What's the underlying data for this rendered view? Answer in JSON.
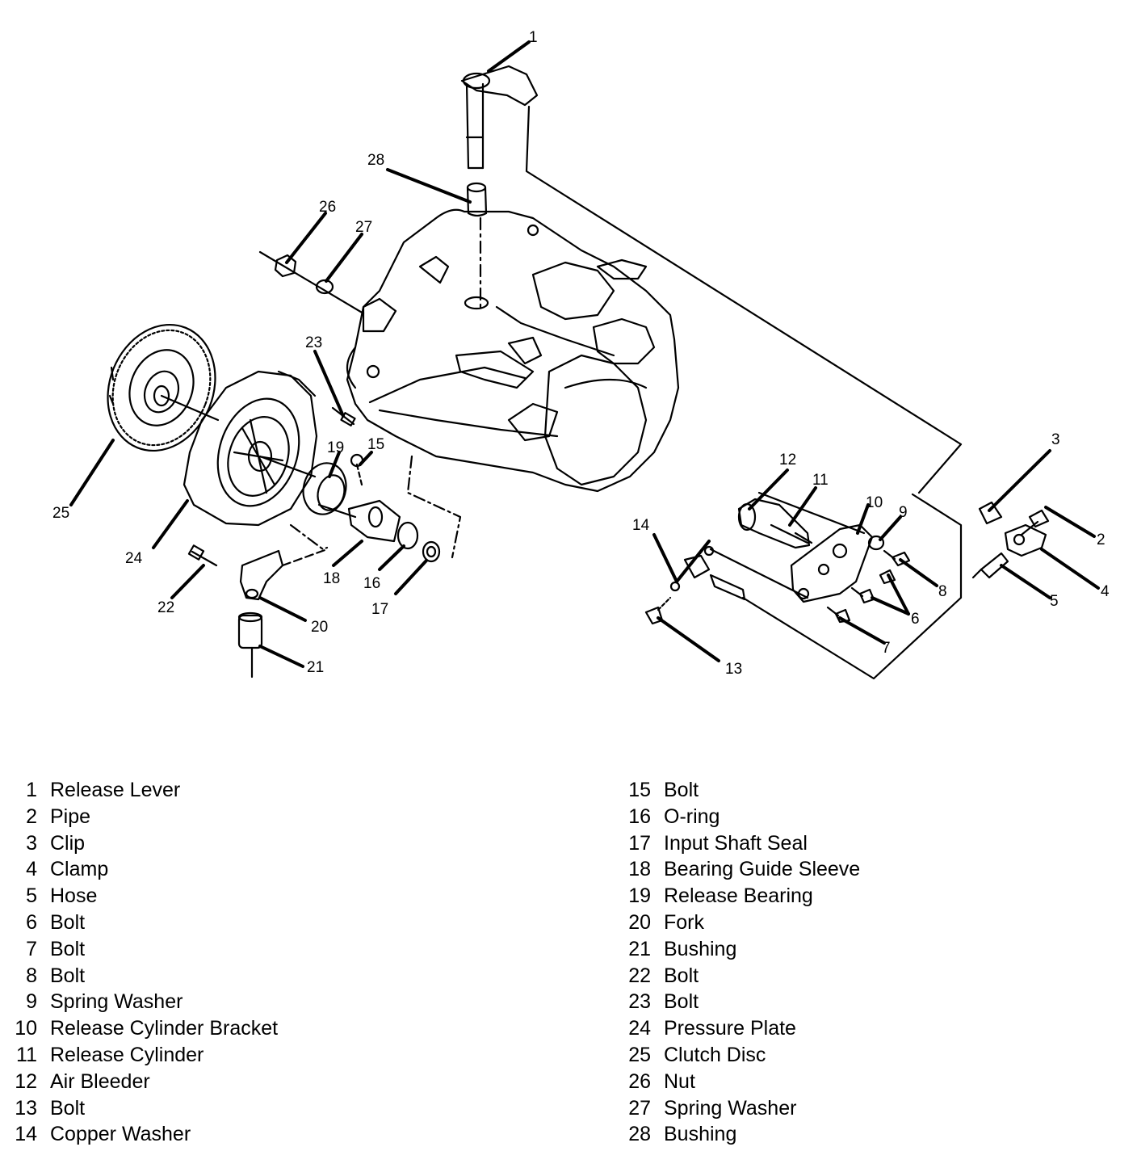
{
  "legend": [
    {
      "num": "1",
      "label": "Release Lever"
    },
    {
      "num": "2",
      "label": "Pipe"
    },
    {
      "num": "3",
      "label": "Clip"
    },
    {
      "num": "4",
      "label": "Clamp"
    },
    {
      "num": "5",
      "label": "Hose"
    },
    {
      "num": "6",
      "label": "Bolt"
    },
    {
      "num": "7",
      "label": "Bolt"
    },
    {
      "num": "8",
      "label": "Bolt"
    },
    {
      "num": "9",
      "label": "Spring Washer"
    },
    {
      "num": "10",
      "label": "Release Cylinder Bracket"
    },
    {
      "num": "11",
      "label": "Release Cylinder"
    },
    {
      "num": "12",
      "label": "Air Bleeder"
    },
    {
      "num": "13",
      "label": "Bolt"
    },
    {
      "num": "14",
      "label": "Copper Washer"
    },
    {
      "num": "15",
      "label": "Bolt"
    },
    {
      "num": "16",
      "label": "O-ring"
    },
    {
      "num": "17",
      "label": "Input Shaft Seal"
    },
    {
      "num": "18",
      "label": "Bearing Guide Sleeve"
    },
    {
      "num": "19",
      "label": "Release Bearing"
    },
    {
      "num": "20",
      "label": "Fork"
    },
    {
      "num": "21",
      "label": "Bushing"
    },
    {
      "num": "22",
      "label": "Bolt"
    },
    {
      "num": "23",
      "label": "Bolt"
    },
    {
      "num": "24",
      "label": "Pressure Plate"
    },
    {
      "num": "25",
      "label": "Clutch Disc"
    },
    {
      "num": "26",
      "label": "Nut"
    },
    {
      "num": "27",
      "label": "Spring Washer"
    },
    {
      "num": "28",
      "label": "Bushing"
    }
  ],
  "callouts": [
    "1",
    "2",
    "3",
    "4",
    "5",
    "6",
    "7",
    "8",
    "9",
    "10",
    "11",
    "12",
    "13",
    "14",
    "15",
    "16",
    "17",
    "18",
    "19",
    "20",
    "21",
    "22",
    "23",
    "24",
    "25",
    "26",
    "27",
    "28"
  ]
}
